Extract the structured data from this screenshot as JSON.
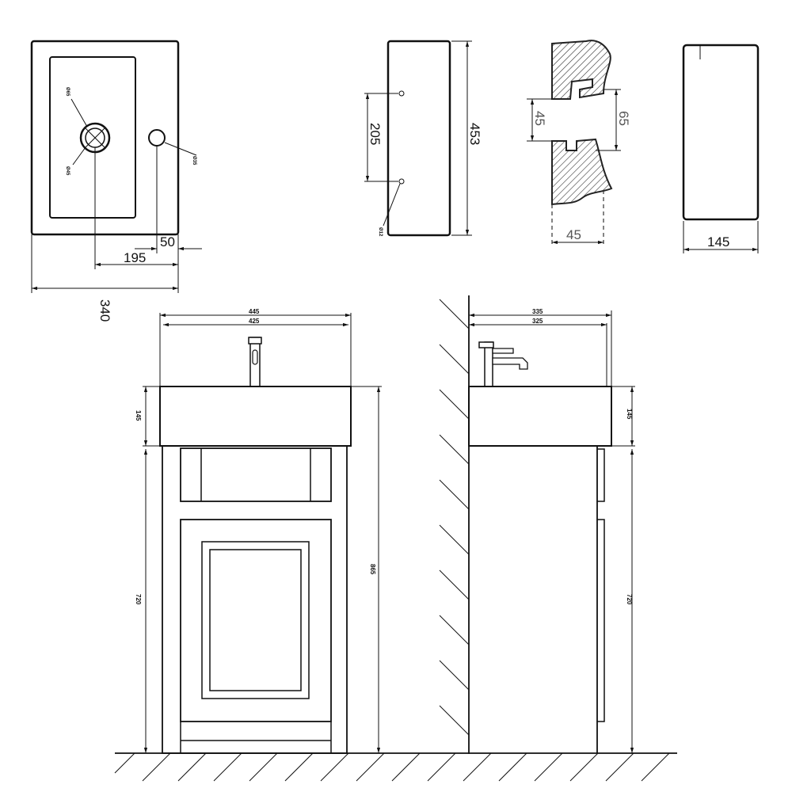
{
  "views": {
    "basin_top": {
      "dim_width": "340",
      "dim_tap_offset": "195",
      "dim_edge": "50",
      "waste_outer": "Ø65",
      "waste_inner": "Ø45",
      "tap_hole": "Ø35"
    },
    "basin_side": {
      "dim_length": "453",
      "dim_hole_spacing": "205",
      "small_hole": "Ø12"
    },
    "basin_section": {
      "dim_opening": "45",
      "dim_depth": "65",
      "dim_wall": "45"
    },
    "basin_end": {
      "dim_height": "145"
    },
    "front_elevation": {
      "dim_overall_width": "445",
      "dim_inner_width": "425",
      "dim_basin_height": "145",
      "dim_cabinet_height": "720",
      "dim_total_height": "865"
    },
    "side_elevation": {
      "dim_overall_depth": "335",
      "dim_inner_depth": "325",
      "dim_basin_height": "145",
      "dim_cabinet_height": "720"
    }
  }
}
